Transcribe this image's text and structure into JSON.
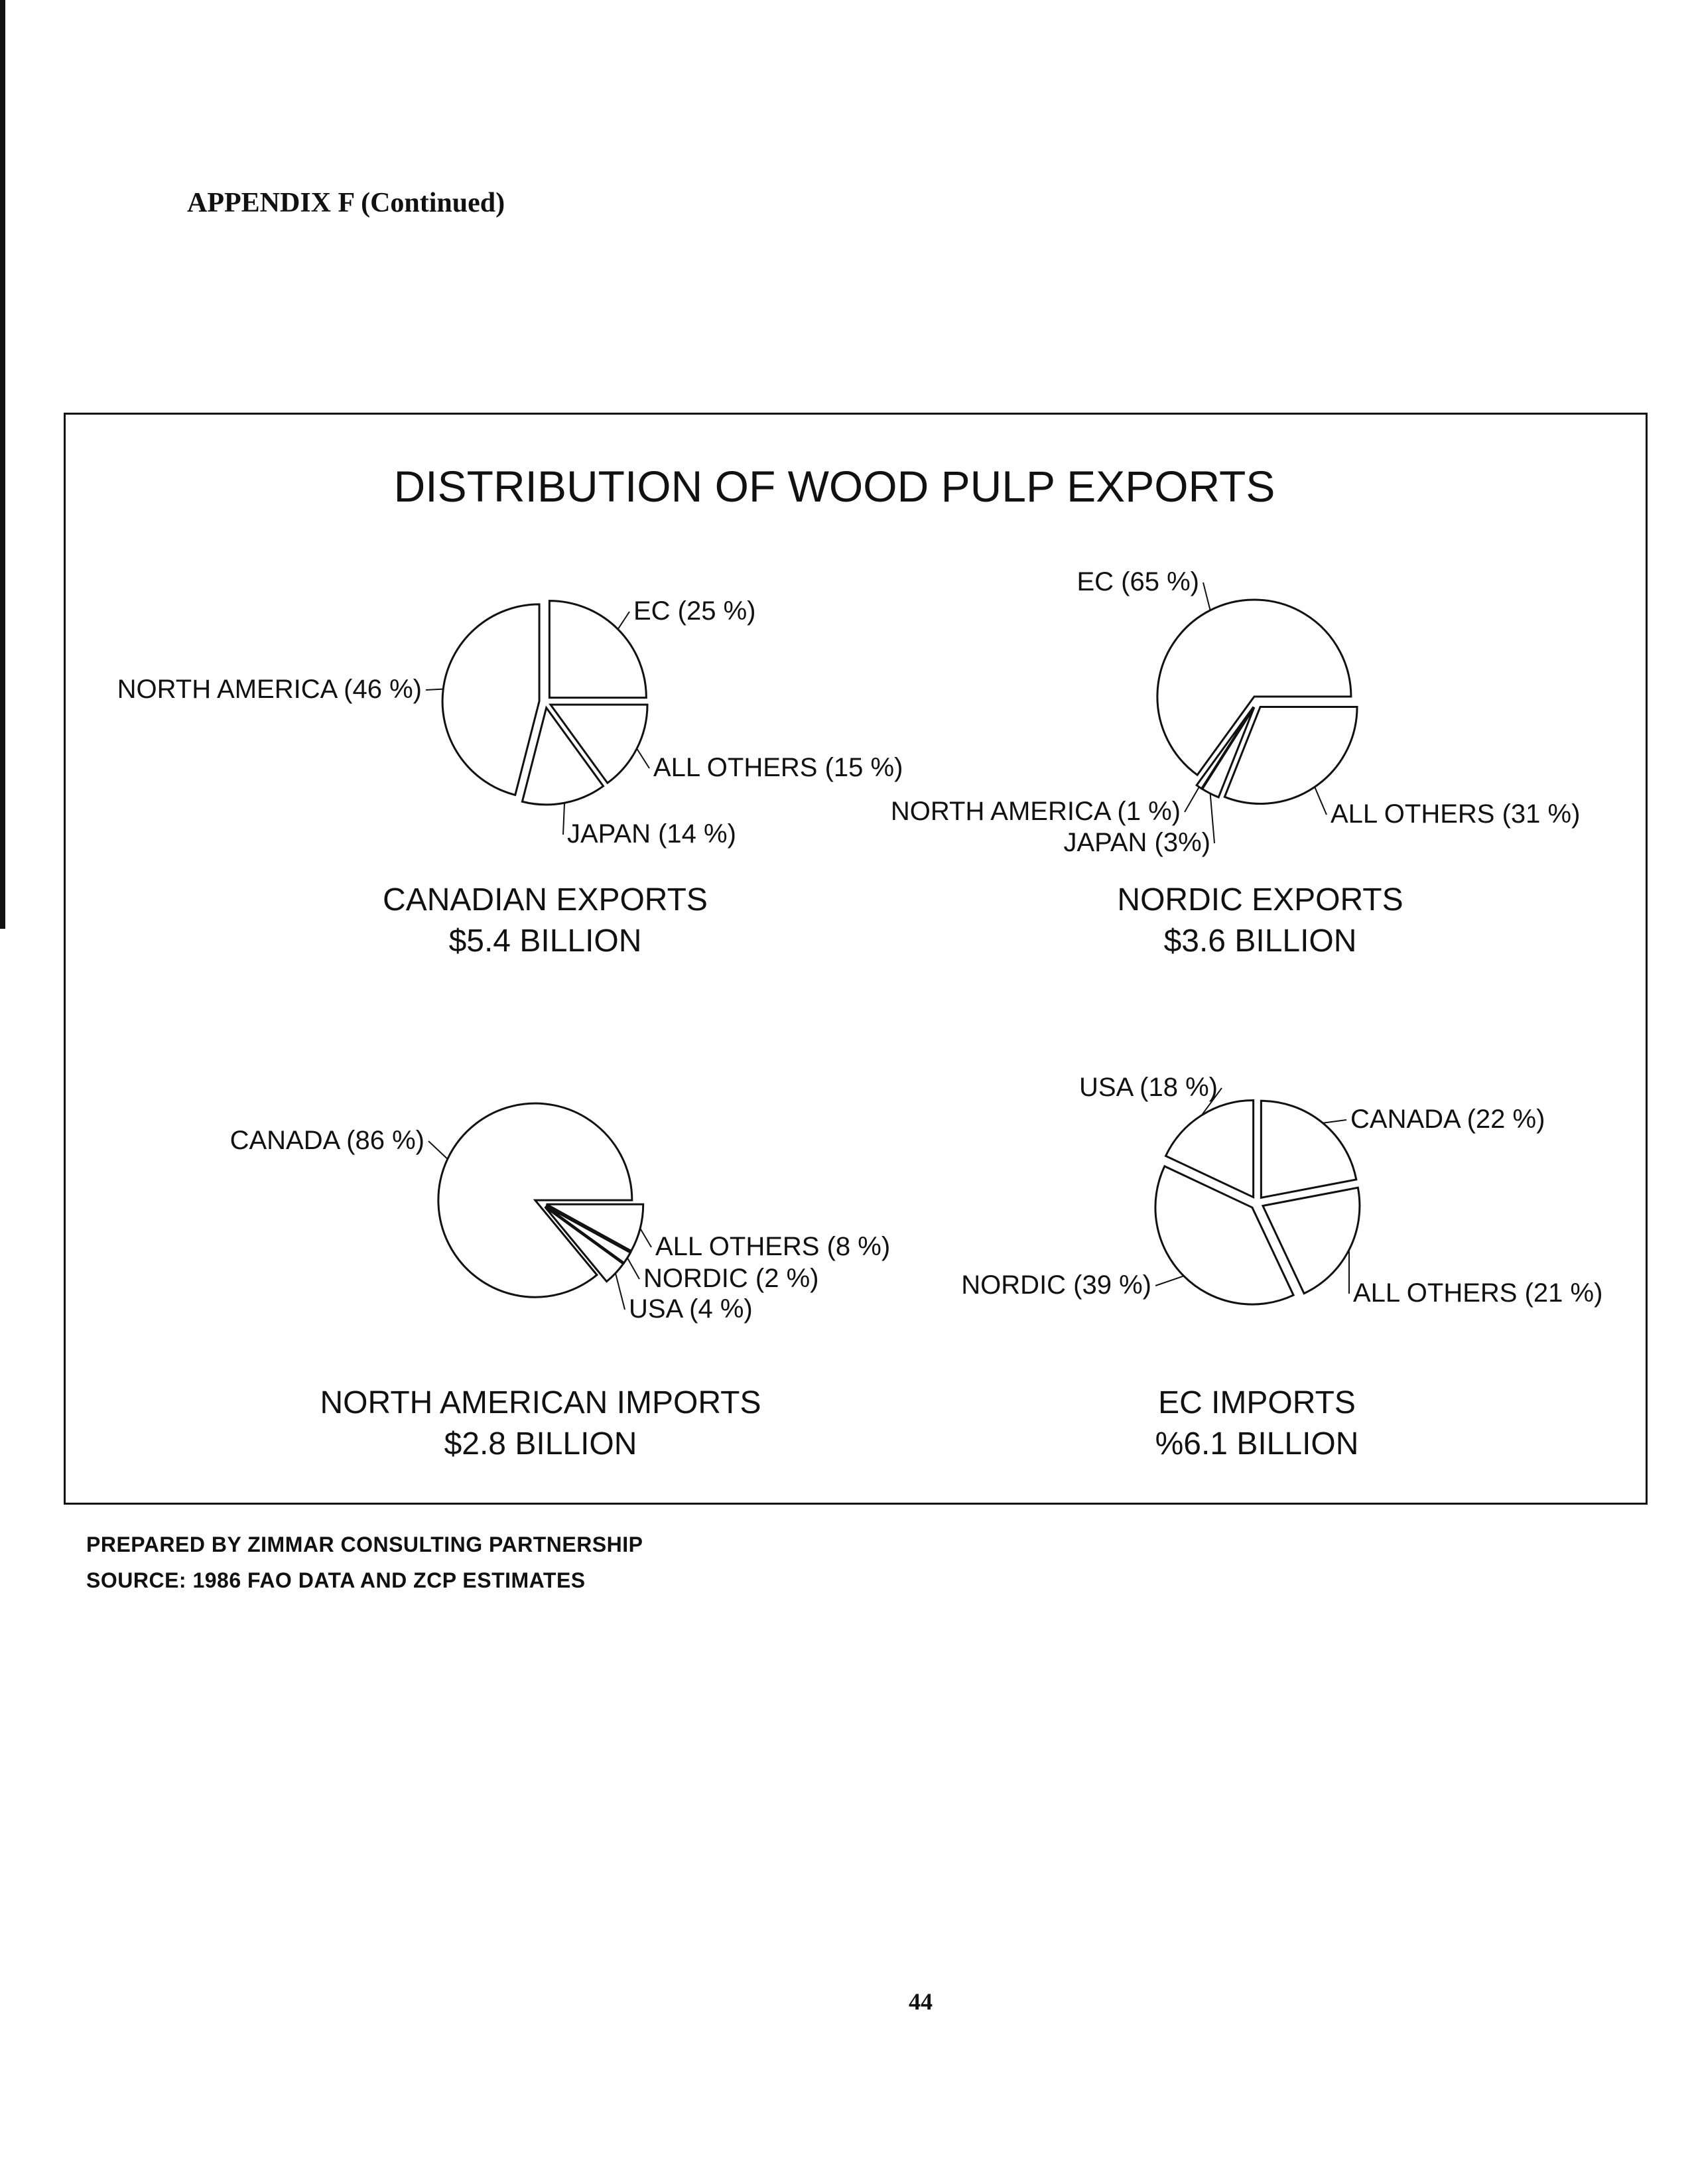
{
  "header": {
    "appendix": "APPENDIX F (Continued)"
  },
  "footer": {
    "prepared_by": "PREPARED BY ZIMMAR CONSULTING PARTNERSHIP",
    "source": "SOURCE: 1986 FAO DATA AND ZCP ESTIMATES"
  },
  "page_number": "44",
  "chart_title": "DISTRIBUTION OF WOOD PULP EXPORTS",
  "chart_data": [
    {
      "type": "pie",
      "title": "CANADIAN EXPORTS",
      "subtitle": "$5.4 BILLION",
      "slices": [
        {
          "label": "EC (25 %)",
          "value": 25
        },
        {
          "label": "ALL OTHERS (15 %)",
          "value": 15
        },
        {
          "label": "JAPAN (14 %)",
          "value": 14
        },
        {
          "label": "NORTH AMERICA (46 %)",
          "value": 46
        }
      ]
    },
    {
      "type": "pie",
      "title": "NORDIC EXPORTS",
      "subtitle": "$3.6 BILLION",
      "slices": [
        {
          "label": "ALL OTHERS (31 %)",
          "value": 31
        },
        {
          "label": "JAPAN (3%)",
          "value": 3
        },
        {
          "label": "NORTH AMERICA (1 %)",
          "value": 1
        },
        {
          "label": "EC (65 %)",
          "value": 65
        }
      ]
    },
    {
      "type": "pie",
      "title": "NORTH AMERICAN IMPORTS",
      "subtitle": "$2.8 BILLION",
      "slices": [
        {
          "label": "ALL OTHERS (8 %)",
          "value": 8
        },
        {
          "label": "NORDIC (2 %)",
          "value": 2
        },
        {
          "label": "USA (4 %)",
          "value": 4
        },
        {
          "label": "CANADA (86 %)",
          "value": 86
        }
      ]
    },
    {
      "type": "pie",
      "title": "EC IMPORTS",
      "subtitle": "%6.1 BILLION",
      "slices": [
        {
          "label": "CANADA (22 %)",
          "value": 22
        },
        {
          "label": "ALL OTHERS (21 %)",
          "value": 21
        },
        {
          "label": "NORDIC (39 %)",
          "value": 39
        },
        {
          "label": "USA (18 %)",
          "value": 18
        }
      ]
    }
  ]
}
